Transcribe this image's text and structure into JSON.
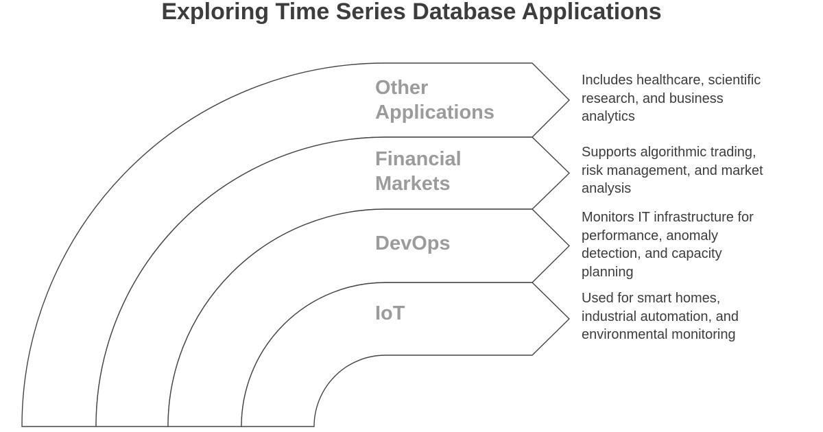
{
  "title": "Exploring Time Series Database Applications",
  "colors": {
    "title_color": "#3d3d3d",
    "label_gray": "#9b9b9b",
    "description_color": "#3c3c3c",
    "outline": "#454545",
    "band_fill": "#ffffff",
    "background": "#ffffff"
  },
  "bands": [
    {
      "label": "Other Applications",
      "description": "Includes healthcare, scientific research, and business analytics"
    },
    {
      "label": "Financial Markets",
      "description": "Supports algorithmic trading, risk management, and market analysis"
    },
    {
      "label": "DevOps",
      "description": "Monitors IT infrastructure for performance, anomaly detection, and capacity planning"
    },
    {
      "label": "IoT",
      "description": "Used for smart homes, industrial automation, and environmental monitoring"
    }
  ]
}
